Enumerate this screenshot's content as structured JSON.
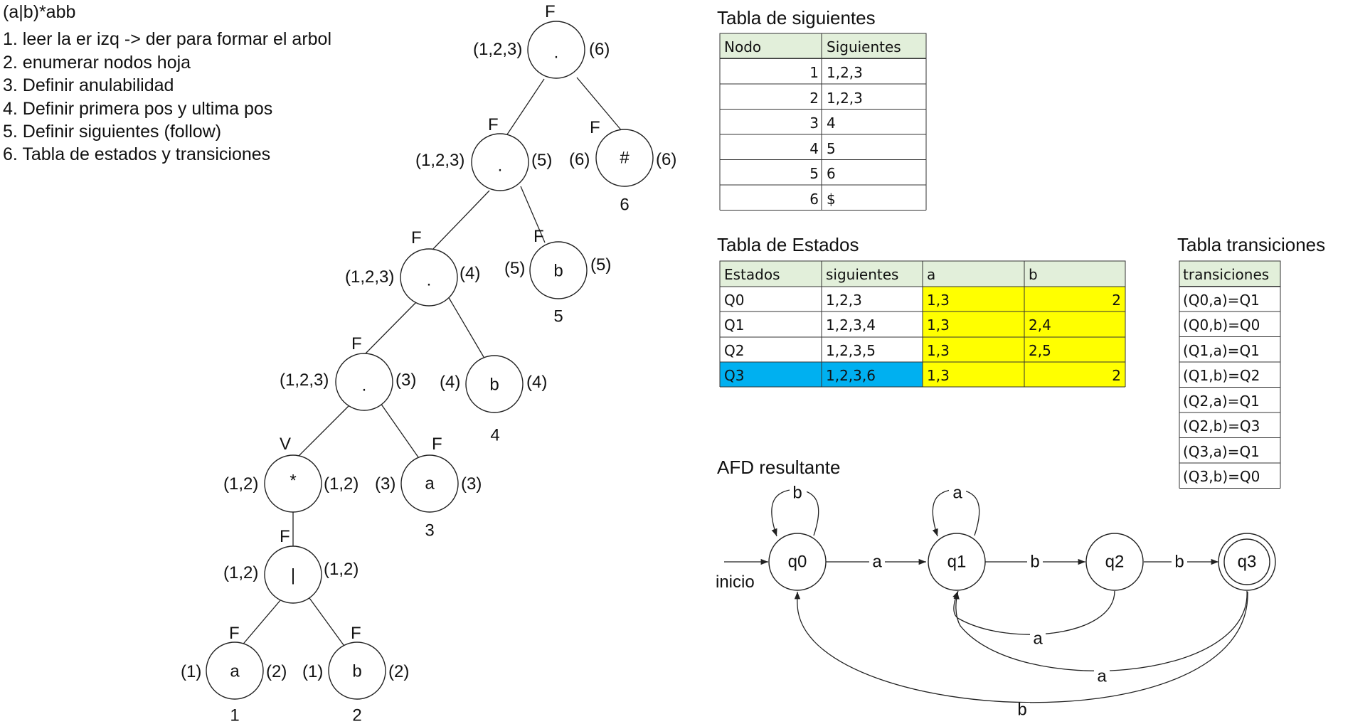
{
  "regex": "(a|b)*abb",
  "steps": [
    "1. leer la er izq -> der para formar el arbol",
    "2. enumerar nodos hoja",
    "3. Definir anulabilidad",
    "4. Definir primera pos y ultima pos",
    "5. Definir siguientes (follow)",
    "6. Tabla de estados y transiciones"
  ],
  "tree": {
    "nodes": [
      {
        "id": "root",
        "symbol": ".",
        "nullable": "F",
        "firstpos": "(1,2,3)",
        "lastpos": "(6)"
      },
      {
        "id": "n2",
        "symbol": ".",
        "nullable": "F",
        "firstpos": "(1,2,3)",
        "lastpos": "(5)"
      },
      {
        "id": "n3",
        "symbol": ".",
        "nullable": "F",
        "firstpos": "(1,2,3)",
        "lastpos": "(4)"
      },
      {
        "id": "n4",
        "symbol": ".",
        "nullable": "F",
        "firstpos": "(1,2,3)",
        "lastpos": "(3)"
      },
      {
        "id": "star",
        "symbol": "*",
        "nullable": "V",
        "firstpos": "(1,2)",
        "lastpos": "(1,2)"
      },
      {
        "id": "or",
        "symbol": "|",
        "nullable": "F",
        "firstpos": "(1,2)",
        "lastpos": "(1,2)"
      },
      {
        "id": "l1",
        "symbol": "a",
        "nullable": "F",
        "firstpos": "(1)",
        "lastpos": "(2)",
        "number": "1"
      },
      {
        "id": "l2",
        "symbol": "b",
        "nullable": "F",
        "firstpos": "(1)",
        "lastpos": "(2)",
        "number": "2"
      },
      {
        "id": "l3",
        "symbol": "a",
        "nullable": "F",
        "firstpos": "(3)",
        "lastpos": "(3)",
        "number": "3"
      },
      {
        "id": "l4",
        "symbol": "b",
        "nullable": "",
        "firstpos": "(4)",
        "lastpos": "(4)",
        "number": "4"
      },
      {
        "id": "l5",
        "symbol": "b",
        "nullable": "F",
        "firstpos": "(5)",
        "lastpos": "(5)",
        "number": "5"
      },
      {
        "id": "l6",
        "symbol": "#",
        "nullable": "F",
        "firstpos": "(6)",
        "lastpos": "(6)",
        "number": "6"
      }
    ],
    "edges": [
      [
        "root",
        "n2"
      ],
      [
        "root",
        "l6"
      ],
      [
        "n2",
        "n3"
      ],
      [
        "n2",
        "l5"
      ],
      [
        "n3",
        "n4"
      ],
      [
        "n3",
        "l4"
      ],
      [
        "n4",
        "star"
      ],
      [
        "n4",
        "l3"
      ],
      [
        "star",
        "or"
      ],
      [
        "or",
        "l1"
      ],
      [
        "or",
        "l2"
      ]
    ]
  },
  "follow_table": {
    "title": "Tabla de siguientes",
    "headers": [
      "Nodo",
      "Siguientes"
    ],
    "rows": [
      [
        "1",
        "1,2,3"
      ],
      [
        "2",
        "1,2,3"
      ],
      [
        "3",
        "4"
      ],
      [
        "4",
        "5"
      ],
      [
        "5",
        "6"
      ],
      [
        "6",
        "$"
      ]
    ]
  },
  "states_table": {
    "title": "Tabla de Estados",
    "headers": [
      "Estados",
      "siguientes",
      "a",
      "b"
    ],
    "rows": [
      [
        "Q0",
        "1,2,3",
        "1,3",
        "2"
      ],
      [
        "Q1",
        "1,2,3,4",
        "1,3",
        "2,4"
      ],
      [
        "Q2",
        "1,2,3,5",
        "1,3",
        "2,5"
      ],
      [
        "Q3",
        "1,2,3,6",
        "1,3",
        "2"
      ]
    ],
    "colors": {
      "header": "#e2efda",
      "highlight": "#ffff00",
      "final": "#00b0f0"
    }
  },
  "transitions_table": {
    "title": "Tabla transiciones",
    "header": "transiciones",
    "rows": [
      "(Q0,a)=Q1",
      "(Q0,b)=Q0",
      "(Q1,a)=Q1",
      "(Q1,b)=Q2",
      "(Q2,a)=Q1",
      "(Q2,b)=Q3",
      "(Q3,a)=Q1",
      "(Q3,b)=Q0"
    ]
  },
  "dfa": {
    "title": "AFD resultante",
    "start_label": "inicio",
    "states": [
      "q0",
      "q1",
      "q2",
      "q3"
    ],
    "accepting": [
      "q3"
    ],
    "transitions": [
      {
        "from": "q0",
        "to": "q0",
        "label": "b"
      },
      {
        "from": "q0",
        "to": "q1",
        "label": "a"
      },
      {
        "from": "q1",
        "to": "q1",
        "label": "a"
      },
      {
        "from": "q1",
        "to": "q2",
        "label": "b"
      },
      {
        "from": "q2",
        "to": "q3",
        "label": "b"
      },
      {
        "from": "q2",
        "to": "q1",
        "label": "a"
      },
      {
        "from": "q3",
        "to": "q1",
        "label": "a"
      },
      {
        "from": "q3",
        "to": "q0",
        "label": "b"
      }
    ]
  }
}
